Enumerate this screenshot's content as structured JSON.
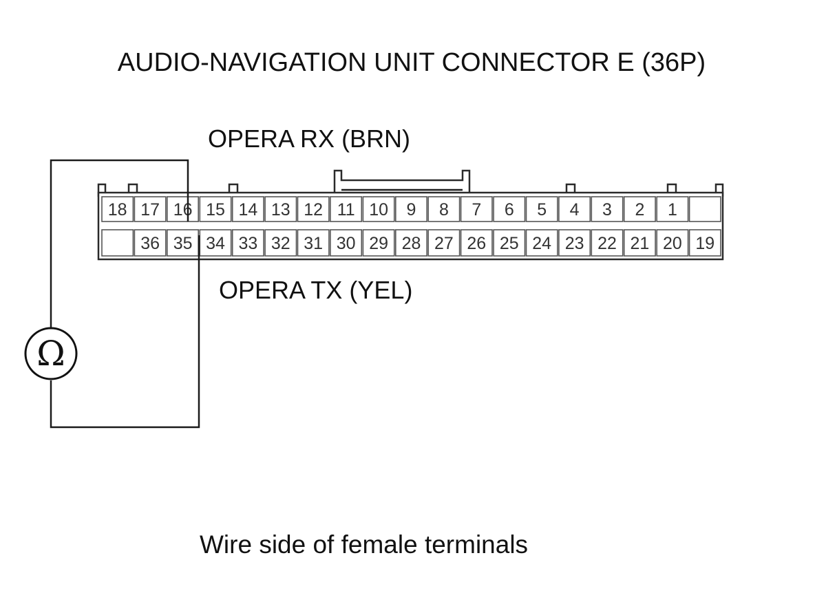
{
  "title": "AUDIO-NAVIGATION UNIT CONNECTOR E (36P)",
  "label_rx": "OPERA RX (BRN)",
  "label_tx": "OPERA TX (YEL)",
  "caption": "Wire side of female terminals",
  "meter_symbol": "Ω",
  "connector": {
    "top_row": [
      "18",
      "17",
      "16",
      "15",
      "14",
      "13",
      "12",
      "11",
      "10",
      "9",
      "8",
      "7",
      "6",
      "5",
      "4",
      "3",
      "2",
      "1",
      ""
    ],
    "bottom_row": [
      "",
      "36",
      "35",
      "34",
      "33",
      "32",
      "31",
      "30",
      "29",
      "28",
      "27",
      "26",
      "25",
      "24",
      "23",
      "22",
      "21",
      "20",
      "19"
    ]
  },
  "probe_terminals": [
    "16",
    "34"
  ]
}
